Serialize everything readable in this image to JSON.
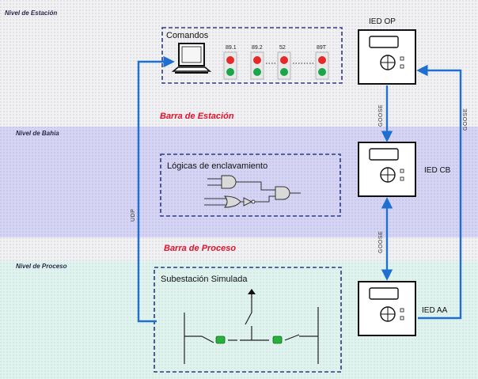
{
  "levels": {
    "station": "Nivel de Estación",
    "bay": "Nivel de Bahía",
    "process": "Nivel de Proceso"
  },
  "buses": {
    "station": "Barra de Estación",
    "process": "Barra de Proceso"
  },
  "boxes": {
    "commands": "Comandos",
    "interlocking": "Lógicas de enclavamiento",
    "substation": "Subestación Simulada"
  },
  "command_switch_labels": [
    "89.1",
    "89.2",
    "52",
    "89T"
  ],
  "ieds": {
    "op": "IED OP",
    "cb": "IED CB",
    "aa": "IED AA"
  },
  "links": {
    "udp": "UDP",
    "goose_op_cb": "GOOSE",
    "goose_cb_aa": "GOOSE",
    "goose_right": "GOOSE"
  },
  "colors": {
    "link_blue": "#1f6fd0",
    "bus_red": "#e3122b",
    "box_dash": "#2a3a86",
    "station_band": "#e9e9ee",
    "bay_band": "#d4d2f2",
    "process_band": "#dff2ec"
  }
}
